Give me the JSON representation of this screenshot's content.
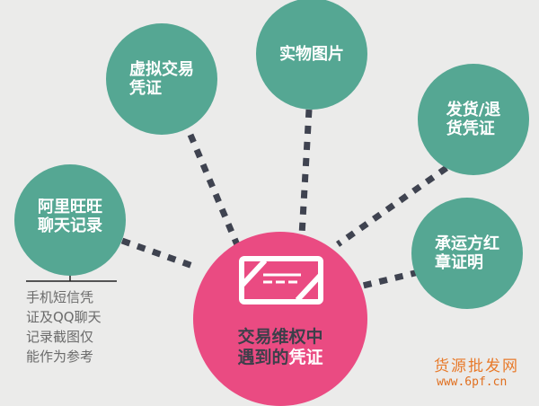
{
  "center": {
    "line1": "交易维权中",
    "line2_dark": "遇到的",
    "line2_highlight": "凭证",
    "color": "#ea4b82",
    "icon": "voucher-card-icon"
  },
  "nodes": [
    {
      "id": "virtual",
      "line1": "虚拟交易",
      "line2": "凭证"
    },
    {
      "id": "photo",
      "line1": "实物图片",
      "line2": ""
    },
    {
      "id": "shipping",
      "line1": "发货/退",
      "line2": "货凭证"
    },
    {
      "id": "aliwangwang",
      "line1": "阿里旺旺",
      "line2": "聊天记录"
    },
    {
      "id": "carrier",
      "line1": "承运方红",
      "line2": "章证明"
    }
  ],
  "node_color": "#55a793",
  "note": {
    "lines": [
      "手机短信凭",
      "证及QQ聊天",
      "记录截图仅",
      "能作为参考"
    ]
  },
  "watermark": {
    "name": "货源批发网",
    "url": "www.6pf.cn"
  }
}
